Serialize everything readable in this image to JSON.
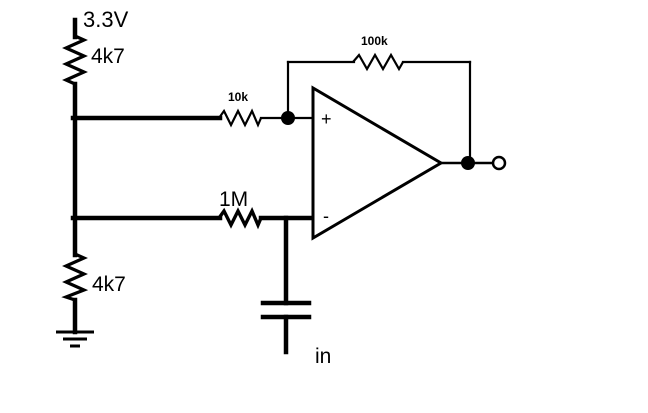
{
  "colors": {
    "line": "#000000",
    "background": "#ffffff"
  },
  "labels": {
    "supply_voltage": "3.3V",
    "resistor_top": "4k7",
    "resistor_plus_input": "10k",
    "resistor_feedback": "100k",
    "resistor_minus_input": "1M",
    "resistor_bottom": "4k7",
    "opamp_noninverting": "+",
    "opamp_inverting": "-",
    "input_label": "in"
  }
}
